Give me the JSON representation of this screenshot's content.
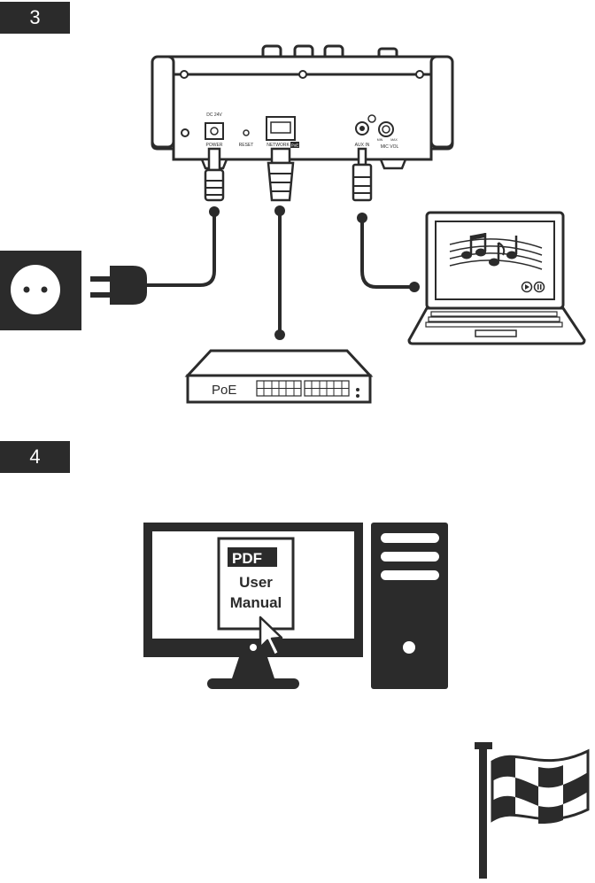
{
  "steps": {
    "step3": "3",
    "step4": "4"
  },
  "device": {
    "dc_label": "DC 24V",
    "power_label": "POWER",
    "reset_label": "RESET",
    "network_label": "NETWORK",
    "poe_tag": "PoE",
    "auxin_label": "AUX IN",
    "micvol_label": "MIC VOL",
    "min_label": "MIN",
    "max_label": "MAX"
  },
  "switch": {
    "label": "PoE"
  },
  "pdf_doc": {
    "tag": "PDF",
    "line1": "User",
    "line2": "Manual"
  },
  "colors": {
    "dark": "#2b2b2b",
    "white": "#ffffff"
  }
}
